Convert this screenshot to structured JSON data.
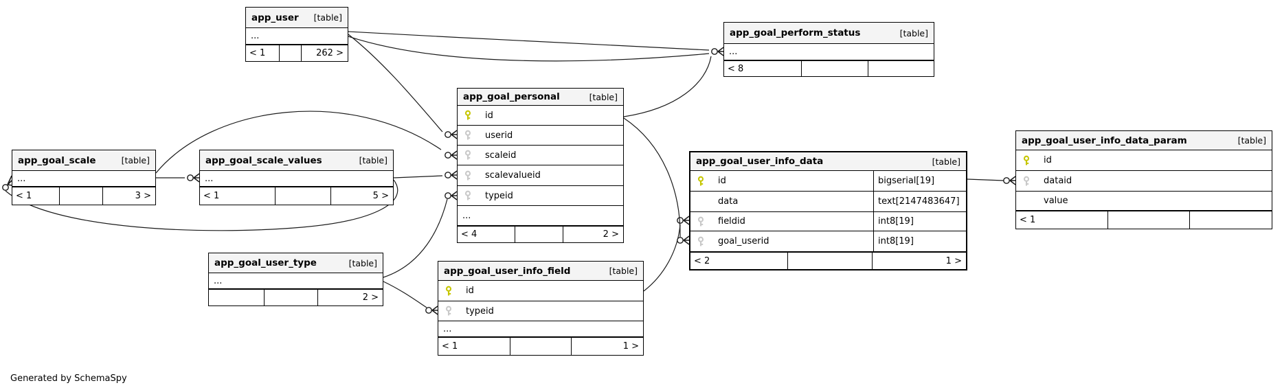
{
  "page": {
    "footer_note": "Generated by SchemaSpy"
  },
  "colors": {
    "primary_key": "#c6c600",
    "foreign_key": "#c9c9c9",
    "header_bg": "#f4f4f4",
    "border": "#000000"
  },
  "tables": [
    {
      "id": "app_user",
      "name": "app_user",
      "tag": "[table]",
      "emphasized": false,
      "rows": [
        {
          "label": "...",
          "dots": true
        }
      ],
      "footer": [
        "< 1",
        "",
        "262 >"
      ]
    },
    {
      "id": "app_goal_perform_status",
      "name": "app_goal_perform_status",
      "tag": "[table]",
      "emphasized": false,
      "rows": [
        {
          "label": "...",
          "dots": true
        }
      ],
      "footer": [
        "< 8",
        "",
        ""
      ]
    },
    {
      "id": "app_goal_personal",
      "name": "app_goal_personal",
      "tag": "[table]",
      "emphasized": false,
      "rows": [
        {
          "label": "id",
          "key": "pk"
        },
        {
          "label": "userid",
          "key": "fk"
        },
        {
          "label": "scaleid",
          "key": "fk"
        },
        {
          "label": "scalevalueid",
          "key": "fk"
        },
        {
          "label": "typeid",
          "key": "fk"
        },
        {
          "label": "...",
          "dots": true
        }
      ],
      "footer": [
        "< 4",
        "",
        "2 >"
      ]
    },
    {
      "id": "app_goal_scale",
      "name": "app_goal_scale",
      "tag": "[table]",
      "emphasized": false,
      "rows": [
        {
          "label": "...",
          "dots": true
        }
      ],
      "footer": [
        "< 1",
        "",
        "3 >"
      ]
    },
    {
      "id": "app_goal_scale_values",
      "name": "app_goal_scale_values",
      "tag": "[table]",
      "emphasized": false,
      "rows": [
        {
          "label": "...",
          "dots": true
        }
      ],
      "footer": [
        "< 1",
        "",
        "5 >"
      ]
    },
    {
      "id": "app_goal_user_type",
      "name": "app_goal_user_type",
      "tag": "[table]",
      "emphasized": false,
      "rows": [
        {
          "label": "...",
          "dots": true
        }
      ],
      "footer": [
        "",
        "",
        "2 >"
      ]
    },
    {
      "id": "app_goal_user_info_field",
      "name": "app_goal_user_info_field",
      "tag": "[table]",
      "emphasized": false,
      "rows": [
        {
          "label": "id",
          "key": "pk"
        },
        {
          "label": "typeid",
          "key": "fk"
        },
        {
          "label": "...",
          "dots": true
        }
      ],
      "footer": [
        "< 1",
        "",
        "1 >"
      ]
    },
    {
      "id": "app_goal_user_info_data",
      "name": "app_goal_user_info_data",
      "tag": "[table]",
      "emphasized": true,
      "rows": [
        {
          "label": "id",
          "key": "pk",
          "type": "bigserial[19]"
        },
        {
          "label": "data",
          "type": "text[2147483647]"
        },
        {
          "label": "fieldid",
          "key": "fk",
          "type": "int8[19]"
        },
        {
          "label": "goal_userid",
          "key": "fk",
          "type": "int8[19]"
        }
      ],
      "footer": [
        "< 2",
        "",
        "1 >"
      ]
    },
    {
      "id": "app_goal_user_info_data_param",
      "name": "app_goal_user_info_data_param",
      "tag": "[table]",
      "emphasized": false,
      "rows": [
        {
          "label": "id",
          "key": "pk"
        },
        {
          "label": "dataid",
          "key": "fk"
        },
        {
          "label": "value"
        }
      ],
      "footer": [
        "< 1",
        "",
        ""
      ]
    }
  ],
  "relationships": [
    {
      "child": "app_goal_perform_status",
      "parent": "app_user"
    },
    {
      "child": "app_goal_perform_status",
      "parent": "app_user"
    },
    {
      "child": "app_goal_perform_status",
      "parent": "app_goal_personal"
    },
    {
      "child": "app_goal_personal",
      "child_column": "userid",
      "parent": "app_user"
    },
    {
      "child": "app_goal_scale_values",
      "parent": "app_goal_scale"
    },
    {
      "child": "app_goal_personal",
      "child_column": "scaleid",
      "parent": "app_goal_scale"
    },
    {
      "child": "app_goal_personal",
      "child_column": "scalevalueid",
      "parent": "app_goal_scale_values"
    },
    {
      "child": "app_goal_scale",
      "parent": "app_goal_scale_values"
    },
    {
      "child": "app_goal_personal",
      "child_column": "typeid",
      "parent": "app_goal_user_type"
    },
    {
      "child": "app_goal_user_info_field",
      "child_column": "typeid",
      "parent": "app_goal_user_type"
    },
    {
      "child": "app_goal_user_info_data",
      "child_column": "fieldid",
      "parent": "app_goal_user_info_field"
    },
    {
      "child": "app_goal_user_info_data",
      "child_column": "goal_userid",
      "parent": "app_goal_personal"
    },
    {
      "child": "app_goal_user_info_data_param",
      "child_column": "dataid",
      "parent": "app_goal_user_info_data"
    }
  ]
}
